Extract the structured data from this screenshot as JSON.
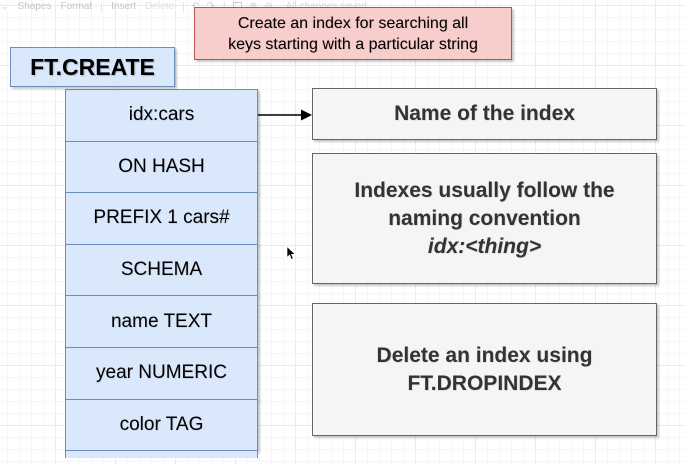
{
  "toolbar": {
    "shapes_label": "Shapes",
    "format_label": "Format",
    "insert_label": "Insert",
    "delete_label": "Delete",
    "status": "All changes saved"
  },
  "note": {
    "line1": "Create an index for searching all",
    "line2": "keys starting with a particular string",
    "fill_color": "#f8cecc",
    "border_color": "#b85450"
  },
  "command": {
    "title": "FT.CREATE",
    "fill_color": "#dae8fc",
    "border_color": "#6c8ebf"
  },
  "stack": {
    "rows": [
      "idx:cars",
      "ON HASH",
      "PREFIX 1 cars#",
      "SCHEMA",
      "name TEXT",
      "year NUMERIC",
      "color TAG"
    ]
  },
  "callouts": {
    "name_of_index": "Name of the index",
    "convention_line1": "Indexes usually follow the",
    "convention_line2": "naming convention",
    "convention_emphasis": "idx:<thing>",
    "delete_line1": "Delete an index using",
    "delete_line2": "FT.DROPINDEX",
    "fill_color": "#f5f5f5",
    "border_color": "#666666"
  }
}
